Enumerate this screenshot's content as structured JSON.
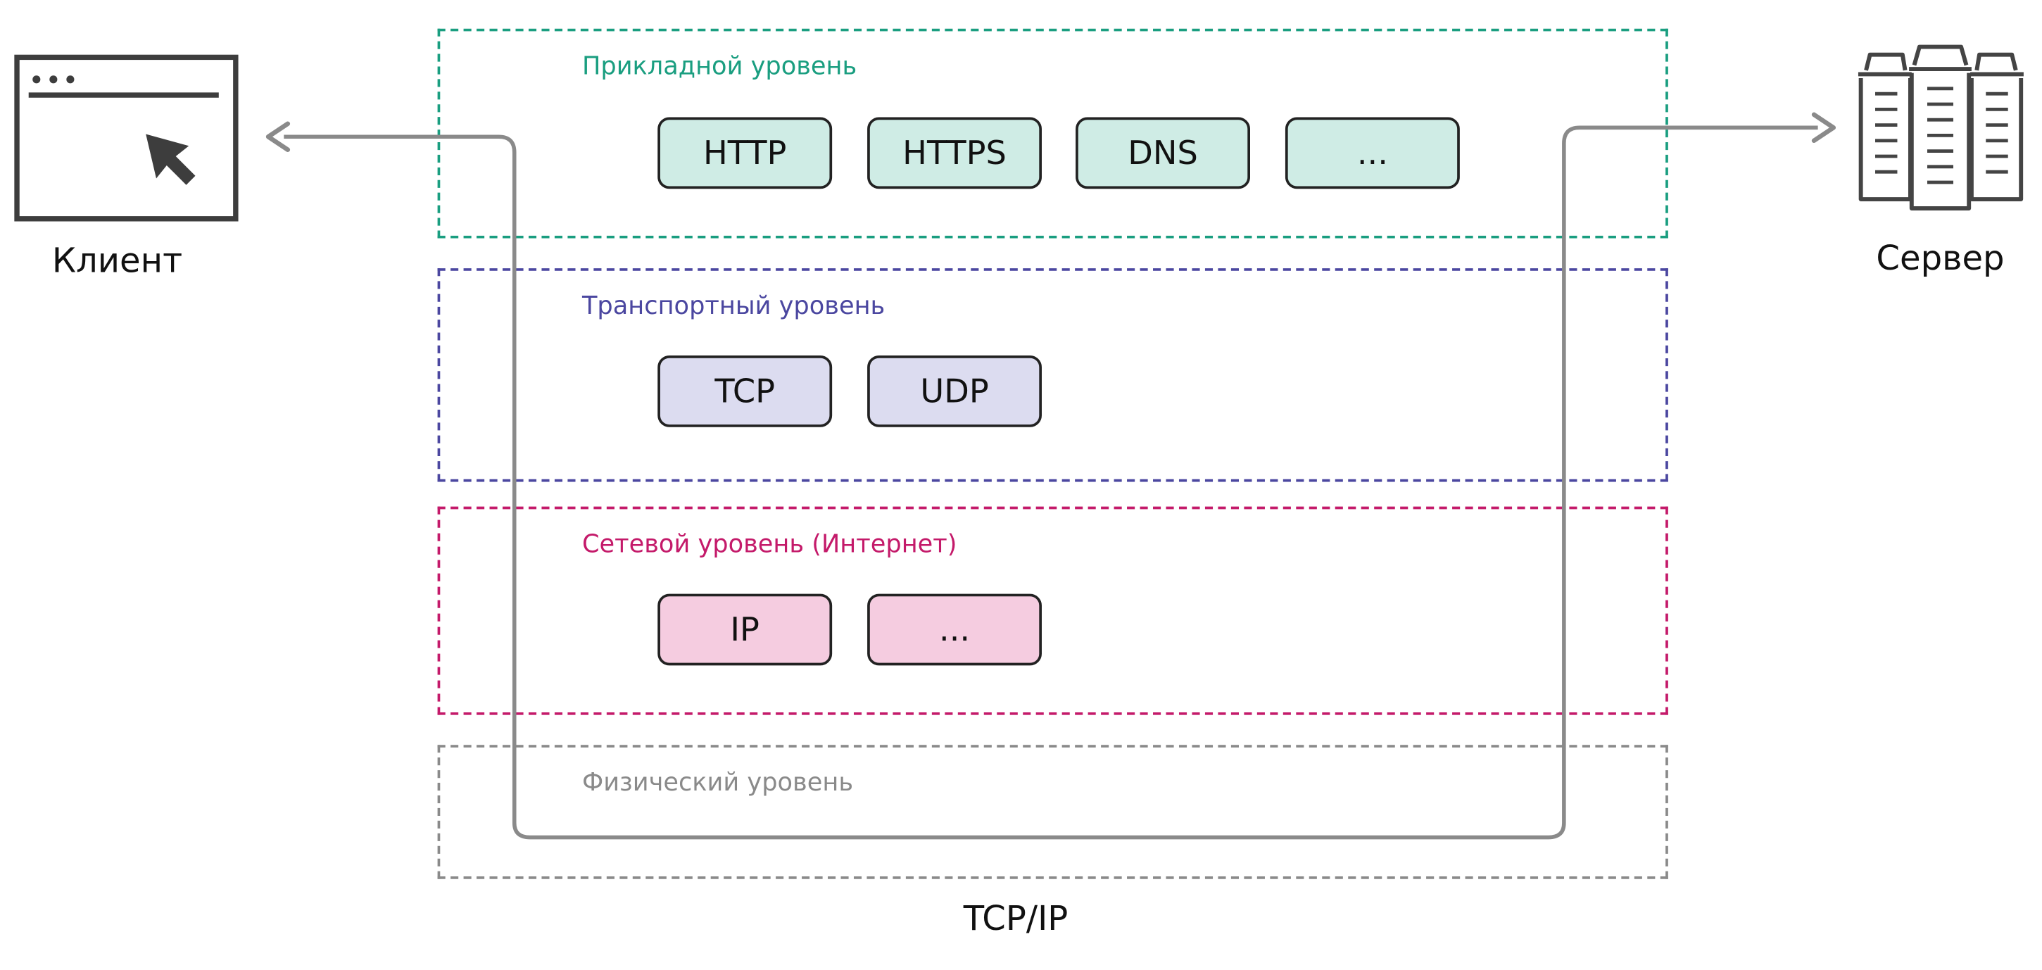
{
  "client": {
    "label": "Клиент"
  },
  "server": {
    "label": "Сервер"
  },
  "stack": {
    "label": "TCP/IP"
  },
  "layers": [
    {
      "title": "Прикладной уровень",
      "color": "#1a9e80",
      "fill": "#cfece5",
      "protocols": [
        "HTTP",
        "HTTPS",
        "DNS",
        "..."
      ]
    },
    {
      "title": "Транспортный уровень",
      "color": "#4b47a0",
      "fill": "#dcdcf0",
      "protocols": [
        "TCP",
        "UDP"
      ]
    },
    {
      "title": "Сетевой уровень (Интернет)",
      "color": "#c41a6a",
      "fill": "#f5cce0",
      "protocols": [
        "IP",
        "..."
      ]
    },
    {
      "title": "Физический уровень",
      "color": "#8a8a8a",
      "fill": "#ffffff",
      "protocols": []
    }
  ],
  "icons": {
    "client": "browser-window-cursor-icon",
    "server": "server-buildings-icon"
  }
}
